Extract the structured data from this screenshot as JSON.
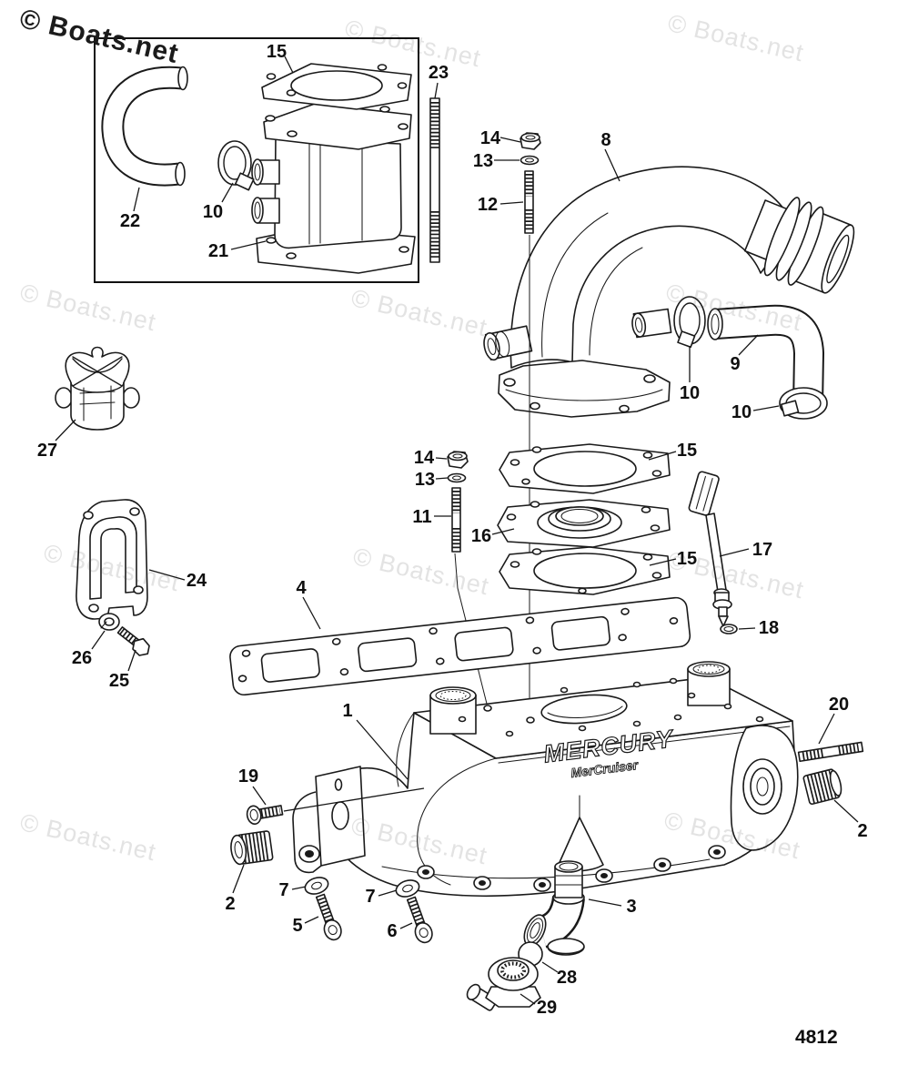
{
  "figure": {
    "number": "4812",
    "brand_primary": "MERCURY",
    "brand_secondary": "MerCruiser"
  },
  "watermark": {
    "text": "© Boats.net",
    "light_color": "#e3e3e3",
    "dark_color": "#1b1b1b"
  },
  "callouts": {
    "inset_gasket_15": "15",
    "inset_stud_23": "23",
    "inset_hose_22": "22",
    "inset_clamp_10": "10",
    "inset_riser_21": "21",
    "nut_14_top": "14",
    "washer_13_top": "13",
    "stud_12": "12",
    "elbow_8": "8",
    "hose_9": "9",
    "clamp_10_mid": "10",
    "clamp_10_low": "10",
    "retainer_27": "27",
    "nut_14_mid": "14",
    "washer_13_mid": "13",
    "stud_11": "11",
    "spacer_16": "16",
    "gasket_15_upper": "15",
    "gasket_15_lower": "15",
    "dipstick_17": "17",
    "oring_18": "18",
    "endplate_24": "24",
    "gasket_4": "4",
    "lockwasher_26": "26",
    "bolt_25": "25",
    "manifold_1": "1",
    "stud_20": "20",
    "screw_19": "19",
    "plug_2_right": "2",
    "plug_2_left": "2",
    "washer_7_left": "7",
    "washer_7_right": "7",
    "bolt_5": "5",
    "bolt_6": "6",
    "elbow_3": "3",
    "ball_28": "28",
    "fitting_29": "29"
  }
}
